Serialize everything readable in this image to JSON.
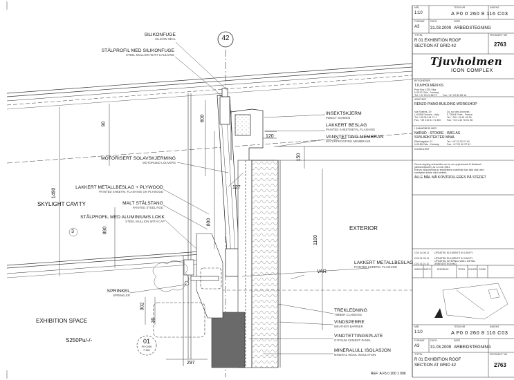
{
  "labels": {
    "silikonfuge": {
      "main": "SILIKONFUGE",
      "sub": "SILICON SEAL"
    },
    "staalprofil_silikon": {
      "main": "STÅLPROFIL MED SILIKONFUGE",
      "sub": "STEEL MULLION WITH CAULKING"
    },
    "insektskjerm": {
      "main": "INSEKTSKJERM",
      "sub": "INSECT SCREEN"
    },
    "lakkert_beslag": {
      "main": "LAKKERT BESLAG",
      "sub": "PAINTED SHEETMETAL FLASHING"
    },
    "vanntetting": {
      "main": "VANNTETTING MEMBRAN",
      "sub": "WATERPROOFING MEMBRANE"
    },
    "solavskjerming": {
      "main": "MOTORISERT SOLAVSKJERMING",
      "sub": "MOTORIZED LOUVERS"
    },
    "lakkert_plywood": {
      "main": "LAKKERT METALLBESLAG + PLYWOOD",
      "sub": "PAINTED SHEETM. FLASHING ON PLYWOOD"
    },
    "malt_staalstang": {
      "main": "MALT STÅLSTANG",
      "sub": "PAINTED STEEL ROD"
    },
    "aluminium_lokk": {
      "main": "STÅLPROFIL MED ALUMINIUMS LOKK",
      "sub": "STEEL MULLION WITH CAP"
    },
    "sprinkel": {
      "main": "SPRINKEL",
      "sub": "SPRINKLER"
    },
    "lakkert_metallbeslag": {
      "main": "LAKKERT METALLBESLAG",
      "sub": "PAINTED SHEETM. FLASHING"
    },
    "trekledning": {
      "main": "TREKLEDNING",
      "sub": "TIMBER CLADDING"
    },
    "vindsperre": {
      "main": "VINDSPERRE",
      "sub": "WEATHER BARRIER"
    },
    "vindtettingsplate": {
      "main": "VINDTETTINGSPLATE",
      "sub": "GYPSUM CEMENT PANEL"
    },
    "mineralull": {
      "main": "MINERALULL ISOLASJON",
      "sub": "MINERAL WOOL INSULATION"
    }
  },
  "zones": {
    "skylight": "SKYLIGHT CAVITY",
    "exterior": "EXTERIOR",
    "exhibition": "EXHIBITION SPACE",
    "finish": "S250Pu/-/-",
    "var": "VAR"
  },
  "grid": "42",
  "dims": {
    "d90": "90",
    "d600": "600",
    "d1490": "1490",
    "d120": "120",
    "d150": "150",
    "d127": "127",
    "d800": "800",
    "d890": "890",
    "d1100": "1100",
    "d297": "297",
    "d302": "302",
    "d3": "3",
    "d30": "30"
  },
  "detail_tag": {
    "num": "01",
    "ref1": "F0 0240",
    "ref2": "7 301"
  },
  "reference": "REF: A F5 0 200 1 006",
  "title_block": {
    "hdr_maal": "MÅL",
    "hdr_tegn": "TEGN NR",
    "hdr_indeks": "INDEKS",
    "scale": "1:10",
    "drawing_no": "A F0 0 260 8 116 C03",
    "hdr_format": "FORMAT",
    "format": "A3",
    "hdr_dato": "DATO",
    "hdr_fase": "FASE",
    "date": "31.03.2009",
    "phase": "ARBEIDSTEGNING",
    "hdr_tittel": "TITTEL",
    "hdr_prosjekt": "PROSJEKT NR",
    "title_line1": "R 01 EXHIBITION ROOF",
    "title_line2": "SECTION AT GRID 42",
    "project_no": "2763",
    "logo_script": "Tjuvholmen",
    "logo_sub": "ICON COMPLEX",
    "hdr_byggherre": "BYGGHERRE",
    "client": "TJUVHOLMEN KS",
    "client_addr1": "Post Box 1333 Vika",
    "client_addr2": "N-0112 Oslo - Norway",
    "client_tel": "Tel: +47 23 22 88 72",
    "client_fax": "Fax: +47 22 83 85 16",
    "hdr_arkitekt": "ARKITEKT",
    "architect": "RENZO PIANO BUILDING WORKSHOP",
    "arch_addr_a1": "Via Rubens, 29",
    "arch_addr_a2": "I-16158 Genova - Italy",
    "arch_addr_a3": "Tel: +39 010 61 71 1",
    "arch_addr_a4": "Fax: +39 010 61 71 350",
    "arch_addr_b1": "34, rue des Archives",
    "arch_addr_b2": "F-75004 Paris - France",
    "arch_addr_b3": "Tel: +33 1 44 61 49 00",
    "arch_addr_b4": "Fax: +33 1 42 78 01 98",
    "hdr_samarbeid": "I SAMARBEID MED",
    "partner1": "NARUD - STOKKE - WIIG AS",
    "partner2": "SIVILARKITEKTER MNAL",
    "partner_addr1": "Rådhusgaten 21",
    "partner_addr2": "N-0158 Oslo - Norway",
    "partner_tel": "Tel: +47 22 93 37 40",
    "partner_fax": "Fax: +47 22 40 37 61",
    "hdr_konsulent": "KONSULENT",
    "note1": "Denne tegning omhandles av lov om opphavsrett til åndsverk",
    "note2": "(åndsverkloven) av 12 mai 1961.",
    "note3": "Enhver disponering av ærkitektens materiale kan ikke skje uten",
    "note4": "samtykke avtale med arkitekt.",
    "note_main": "ALLE MÅL MÅ KONTROLLERES PÅ STEDET",
    "rev1_code": "C03  14.06.11",
    "rev1_text": "UPDATED ELEMENTS IN CAVITY",
    "rev2_code": "C02  01.05.11",
    "rev2_text": "UPDATED ELEMENTS IN CAVITY",
    "rev2_text2": "UPDATED INTERNAL WALL DETAIL",
    "rev3_code": "C01  11.01.11",
    "rev3_text": "ARBEIDSTEGNING",
    "col_indeks": "INDEKS",
    "col_dato": "DATO",
    "col_endring": "ENDRING",
    "col_tegn": "TEGN",
    "col_kontr": "KONTR",
    "col_godk": "GODK"
  },
  "colors": {
    "line": "#222222",
    "cut": "#555555",
    "fill_dark": "#6a6a6a"
  }
}
